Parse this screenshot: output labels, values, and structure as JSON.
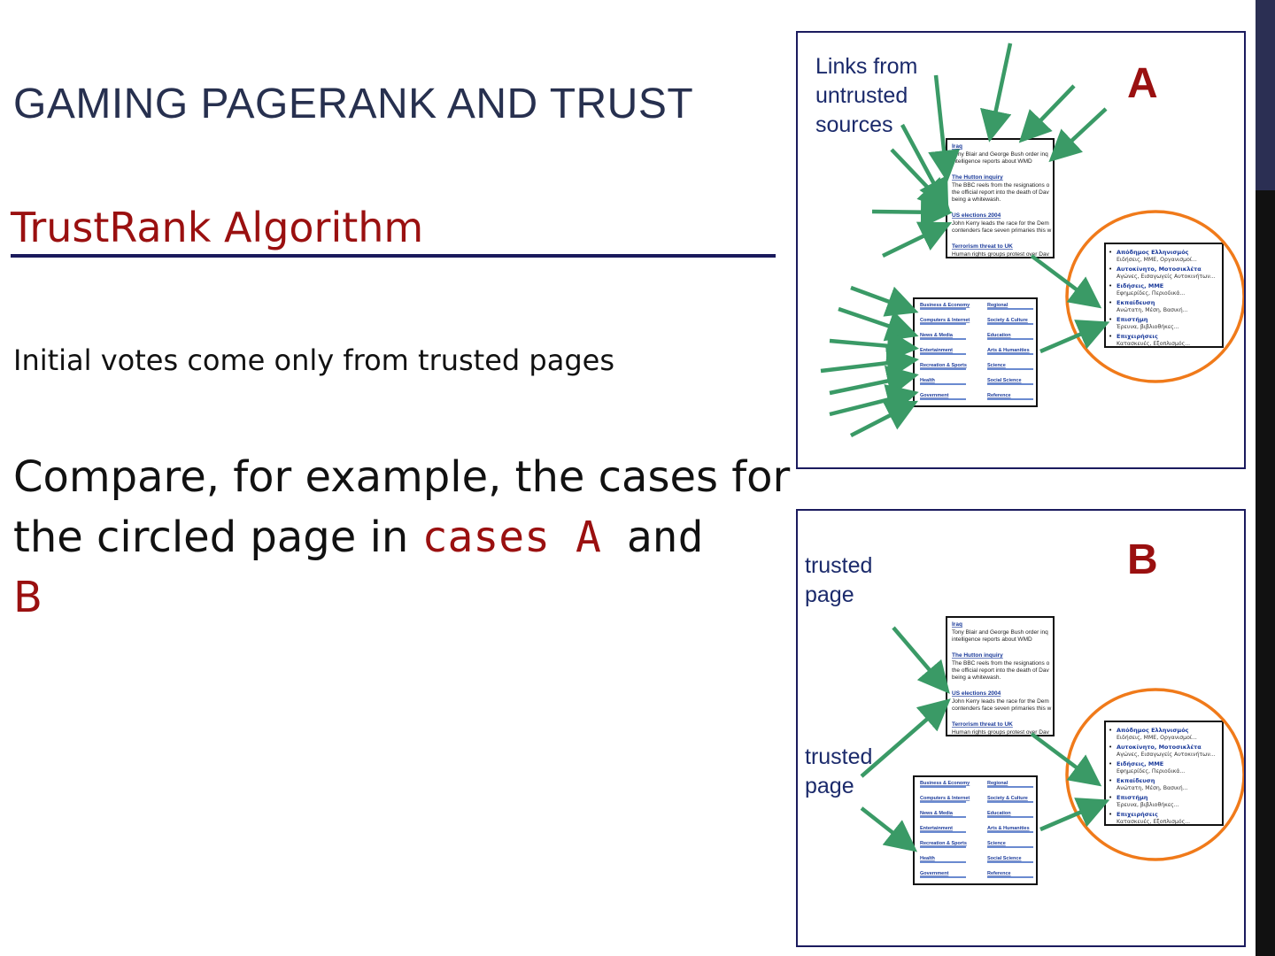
{
  "slide": {
    "title": "GAMING PAGERANK AND TRUST",
    "subtitle": "TrustRank Algorithm",
    "bullet1": "Initial votes come only from trusted pages",
    "para_part1": "Compare, for example, the cases for the circled page in ",
    "para_highlight": "cases A",
    "para_and": " and",
    "para_b": "B"
  },
  "panel_a": {
    "letter": "A",
    "label_line1": "Links from",
    "label_line2": "untrusted",
    "label_line3": "sources"
  },
  "panel_b": {
    "letter": "B",
    "label1_line1": "trusted",
    "label1_line2": "page",
    "label2_line1": "trusted",
    "label2_line2": "page"
  },
  "news_snippet": {
    "h1": "Iraq",
    "t1": "Tony Blair and George Bush order inq",
    "t1b": "intelligence reports about WMD",
    "h2": "The Hutton inquiry",
    "t2": "The BBC reels from the resignations o",
    "t2b": "the official report into the death of Dav",
    "t2c": "being a whitewash.",
    "h3": "US elections 2004",
    "t3": "John Kerry leads the race for the Dem",
    "t3b": "contenders face seven primaries this w",
    "h4": "Terrorism threat to UK",
    "t4": "Human rights groups protest over Dav"
  },
  "directory_snippet": {
    "left": [
      "Business & Economy",
      "Computers & Internet",
      "News & Media",
      "Entertainment",
      "Recreation & Sports",
      "Health",
      "Government"
    ],
    "right": [
      "Regional",
      "Society & Culture",
      "Education",
      "Arts & Humanities",
      "Science",
      "Social Science",
      "Reference"
    ]
  },
  "greek_snippet": {
    "items": [
      "Απόδημος Ελληνισμός",
      "Αυτοκίνητο, Μοτοσικλέτα",
      "Ειδήσεις, ΜΜΕ",
      "Εκπαίδευση",
      "Επιστήμη",
      "Επιχειρήσεις"
    ],
    "subs": [
      "Ειδήσεις, ΜΜΕ, Οργανισμοί...",
      "Αγώνες, Εισαγωγείς Αυτοκινήτων...",
      "Εφημερίδες, Περιοδικά...",
      "Ανώτατη, Μέση, Βασική...",
      "Έρευνα, βιβλιοθήκες...",
      "Κατασκευές, Εξοπλισμός..."
    ]
  },
  "colors": {
    "arrow": "#3a9a66",
    "circle": "#f07a1a",
    "accent_red": "#9a1010",
    "navy": "#1b1b5e"
  }
}
